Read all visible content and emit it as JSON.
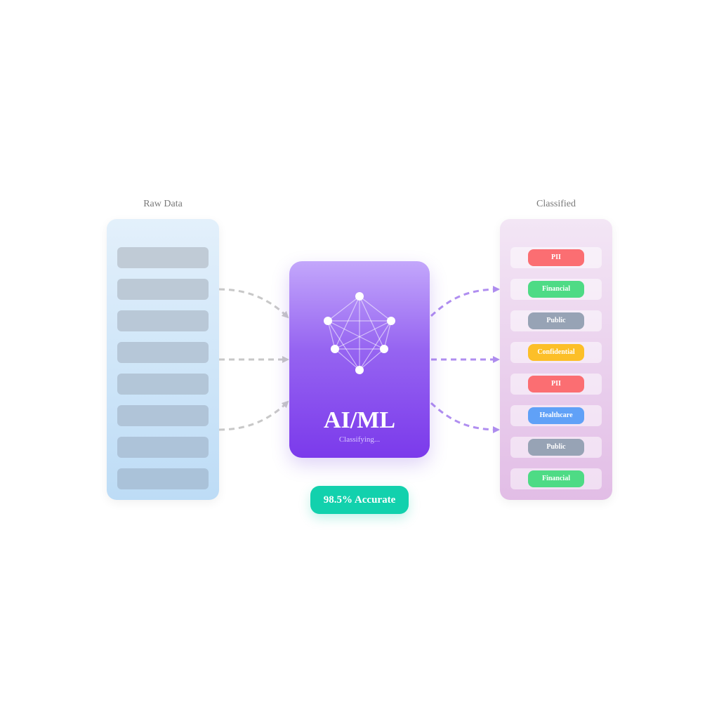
{
  "raw_column": {
    "title": "Raw Data",
    "row_colors": [
      "#c0cbd6",
      "#bcc9d6",
      "#b9c8d7",
      "#b6c7d8",
      "#b3c6d8",
      "#b0c4d8",
      "#adc3d9",
      "#aac2d9"
    ]
  },
  "classifier": {
    "title": "AI/ML",
    "status": "Classifying...",
    "accuracy_label": "98.5% Accurate"
  },
  "classified_column": {
    "title": "Classified",
    "tags": [
      {
        "label": "PII",
        "color": "#fb6e72"
      },
      {
        "label": "Financial",
        "color": "#4edb85"
      },
      {
        "label": "Public",
        "color": "#97a3b5"
      },
      {
        "label": "Confidential",
        "color": "#fcbf28"
      },
      {
        "label": "PII",
        "color": "#fb6e72"
      },
      {
        "label": "Healthcare",
        "color": "#60a1f7"
      },
      {
        "label": "Public",
        "color": "#97a3b5"
      },
      {
        "label": "Financial",
        "color": "#4edb85"
      }
    ]
  },
  "colors": {
    "input_flow": "#c8c8c8",
    "output_flow": "#b08ef0"
  }
}
